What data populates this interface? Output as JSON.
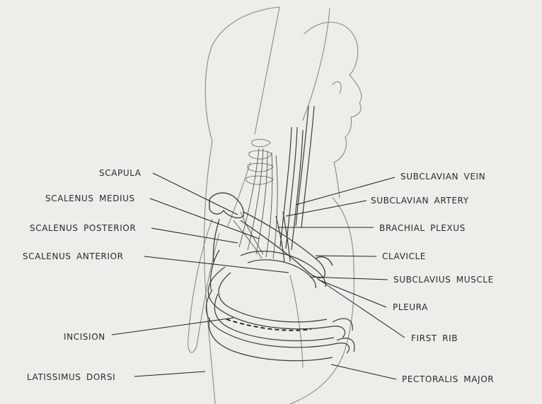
{
  "figure": {
    "labels_left": {
      "scapula": "SCAPULA",
      "scalenus_medius": "SCALENUS  MEDIUS",
      "scalenus_posterior": "SCALENUS  POSTERIOR",
      "scalenus_anterior": "SCALENUS  ANTERIOR",
      "incision": "INCISION",
      "latissimus_dorsi": "LATISSIMUS  DORSI"
    },
    "labels_right": {
      "subclavian_vein": "SUBCLAVIAN  VEIN",
      "subclavian_artery": "SUBCLAVIAN  ARTERY",
      "brachial_plexus": "BRACHIAL  PLEXUS",
      "clavicle": "CLAVICLE",
      "subclavius_muscle": "SUBCLAVIUS  MUSCLE",
      "pleura": "PLEURA",
      "first_rib": "FIRST  RIB",
      "pectoralis_major": "PECTORALIS  MAJOR"
    },
    "colors": {
      "paper": "#eeede9",
      "ink": "#2a2a2a",
      "pencil": "#8a8a86"
    }
  }
}
